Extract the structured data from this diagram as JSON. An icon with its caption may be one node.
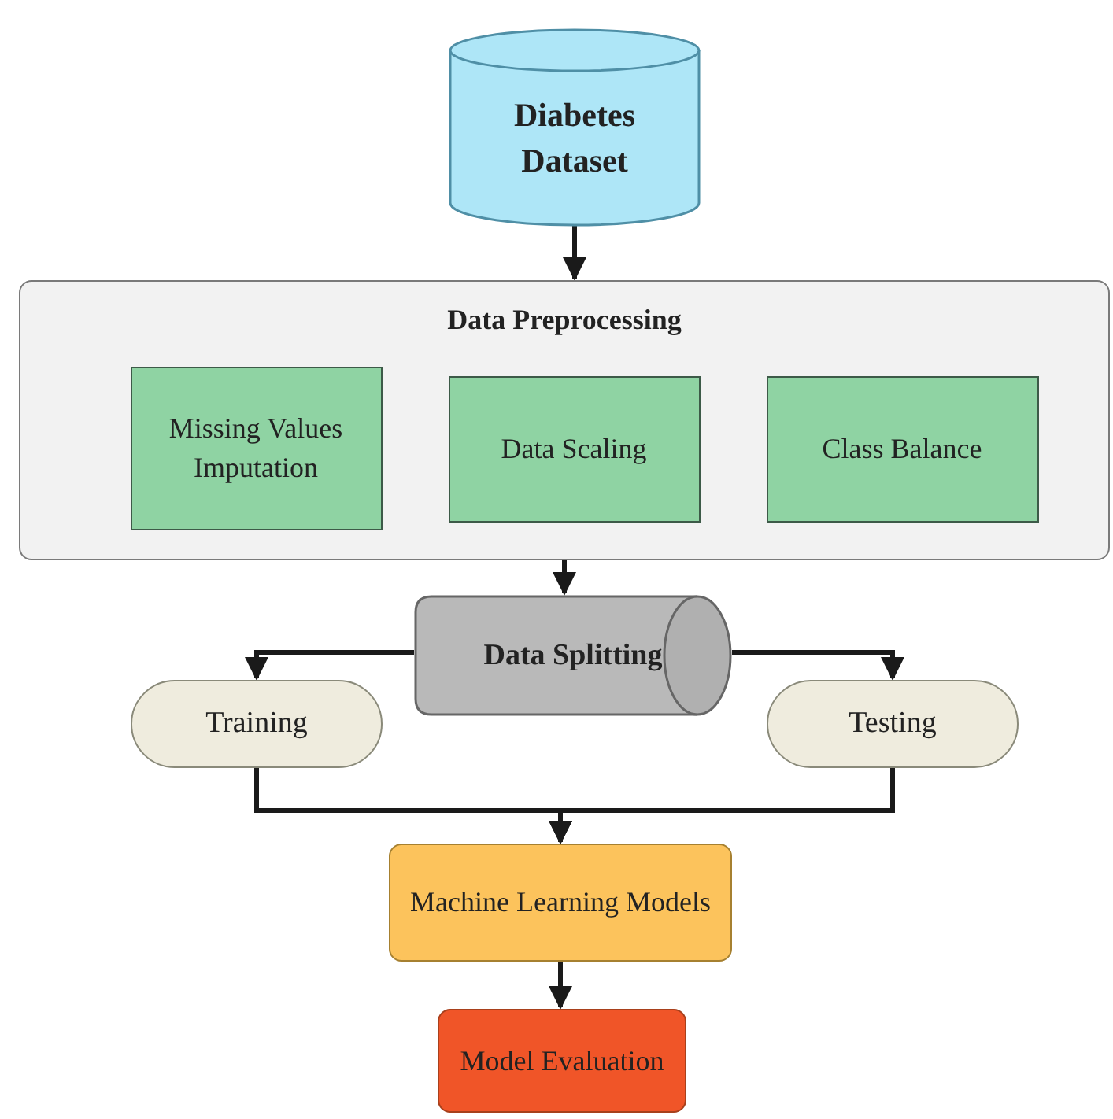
{
  "diagram": {
    "nodes": [
      {
        "text": [
          "Diabetes Dataset"
        ]
      },
      {
        "text": [
          "Data Preprocessing"
        ]
      },
      {
        "text": [
          "Missing Values Imputation"
        ],
        "in": 1
      },
      {
        "text": [
          "Data Scaling"
        ],
        "in": 1
      },
      {
        "text": [
          "Class Balance"
        ],
        "in": 1
      },
      {
        "text": [
          "Data Splitting"
        ]
      },
      {
        "text": [
          "Training"
        ]
      },
      {
        "text": [
          "Testing"
        ]
      },
      {
        "text": [
          "Machine Learning Models"
        ]
      },
      {
        "text": [
          "Model Evaluation"
        ]
      }
    ],
    "edges": [
      {
        "from": 0,
        "to": 1,
        "arrow": "to"
      },
      {
        "from": 1,
        "to": 5,
        "arrow": "to"
      },
      {
        "from": 5,
        "to": 6,
        "arrow": "to"
      },
      {
        "from": 5,
        "to": 7,
        "arrow": "to"
      },
      {
        "from": 6,
        "to": 8,
        "arrow": "to"
      },
      {
        "from": 7,
        "to": 8,
        "arrow": "to"
      },
      {
        "from": 8,
        "to": 9,
        "arrow": "to"
      }
    ]
  }
}
